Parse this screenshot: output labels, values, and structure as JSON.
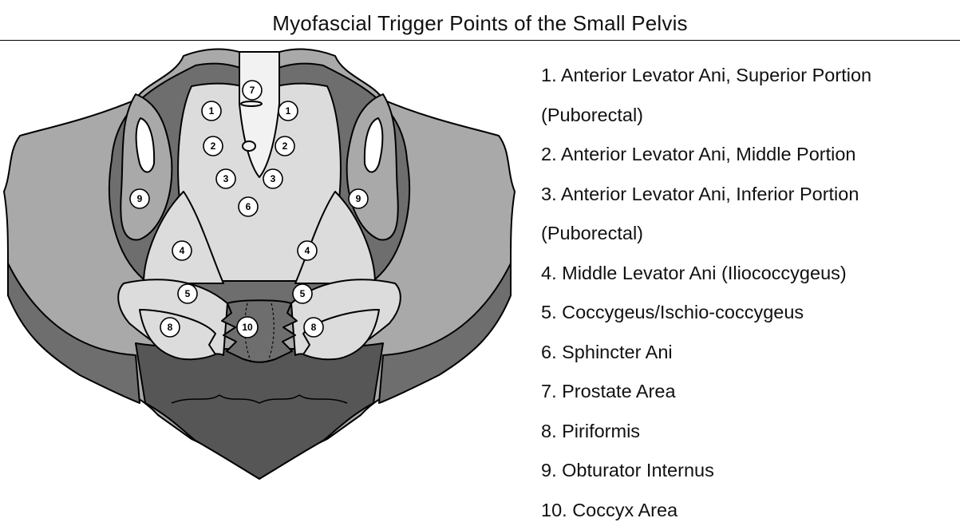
{
  "title": "Myofascial Trigger Points of the Small Pelvis",
  "markers": {
    "m1": "1",
    "m2": "2",
    "m3": "3",
    "m4": "4",
    "m5": "5",
    "m6": "6",
    "m7": "7",
    "m8": "8",
    "m9": "9",
    "m10": "10"
  },
  "legend": [
    {
      "line1": "1. Anterior Levator Ani, Superior Portion",
      "line2": "(Puborectal)"
    },
    {
      "line1": "2. Anterior Levator Ani, Middle Portion"
    },
    {
      "line1": "3. Anterior Levator Ani, Inferior Portion",
      "line2": "(Puborectal)"
    },
    {
      "line1": "4. Middle Levator Ani (Iliococcygeus)"
    },
    {
      "line1": "5. Coccygeus/Ischio-coccygeus"
    },
    {
      "line1": "6. Sphincter Ani"
    },
    {
      "line1": "7. Prostate Area"
    },
    {
      "line1": "8. Piriformis"
    },
    {
      "line1": "9. Obturator Internus"
    },
    {
      "line1": "10. Coccyx Area"
    }
  ],
  "colors": {
    "light": "#dcdcdc",
    "mid": "#a9a9a9",
    "dark": "#6e6e6e",
    "darker": "#565656",
    "outline": "#000000"
  }
}
